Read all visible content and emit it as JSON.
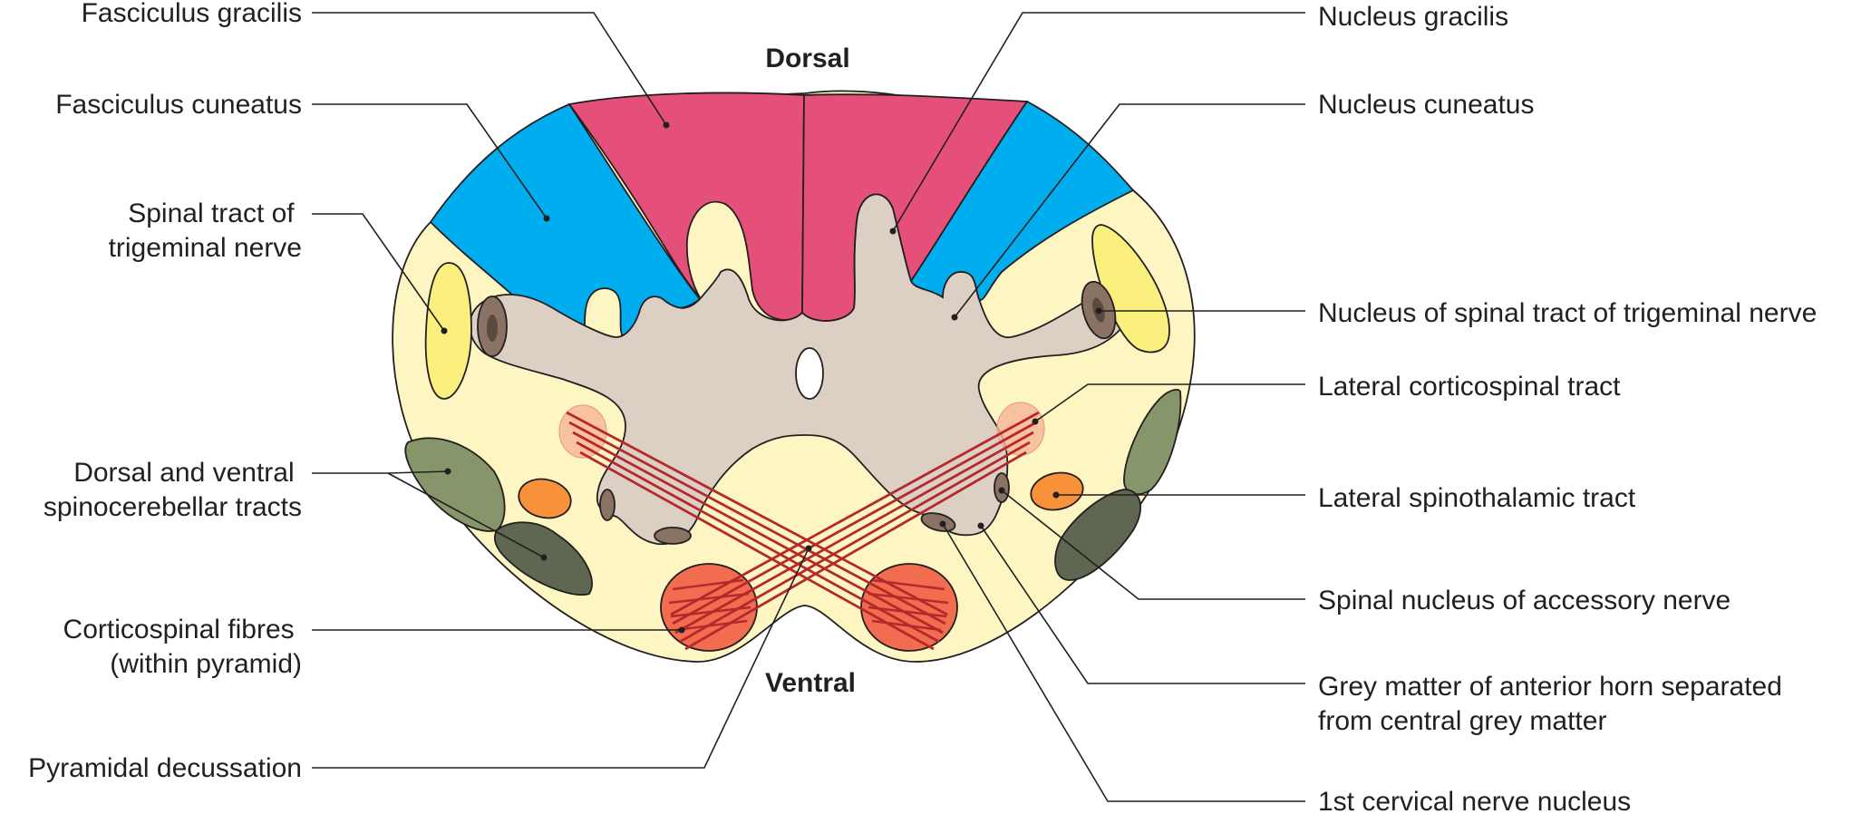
{
  "orientation": {
    "top": "Dorsal",
    "bottom": "Ventral"
  },
  "labels_left": {
    "fasciculus_gracilis": [
      "Fasciculus gracilis"
    ],
    "fasciculus_cuneatus": [
      "Fasciculus cuneatus"
    ],
    "spinal_tract_trigeminal": [
      "Spinal tract of",
      "trigeminal nerve"
    ],
    "spinocerebellar_tracts": [
      "Dorsal and ventral",
      "spinocerebellar tracts"
    ],
    "corticospinal_fibres": [
      "Corticospinal fibres",
      "(within pyramid)"
    ],
    "pyramidal_decussation": [
      "Pyramidal decussation"
    ]
  },
  "labels_right": {
    "nucleus_gracilis": [
      "Nucleus gracilis"
    ],
    "nucleus_cuneatus": [
      "Nucleus cuneatus"
    ],
    "nucleus_spinal_tract_trigeminal": [
      "Nucleus of spinal tract of trigeminal nerve"
    ],
    "lateral_corticospinal_tract": [
      "Lateral corticospinal tract"
    ],
    "lateral_spinothalamic_tract": [
      "Lateral spinothalamic tract"
    ],
    "spinal_nucleus_accessory": [
      "Spinal nucleus of accessory nerve"
    ],
    "grey_matter_anterior_horn": [
      "Grey matter of anterior horn separated",
      "from central grey matter"
    ],
    "first_cervical_nerve_nucleus": [
      "1st cervical nerve nucleus"
    ]
  },
  "colors": {
    "white_matter": "#fdf6c3",
    "grey_matter": "#dccfc4",
    "fasciculus_gracilis": "#e5507a",
    "fasciculus_cuneatus": "#00aeef",
    "trigeminal_tract": "#fbf07d",
    "spinocerebellar_dorsal": "#86966a",
    "spinocerebellar_ventral": "#5f6652",
    "spinothalamic": "#f7923a",
    "pyramid": "#f26c4f",
    "decussation_fibres": "#b5282c",
    "nucleus": "#8a7265",
    "outline": "#231f20"
  }
}
